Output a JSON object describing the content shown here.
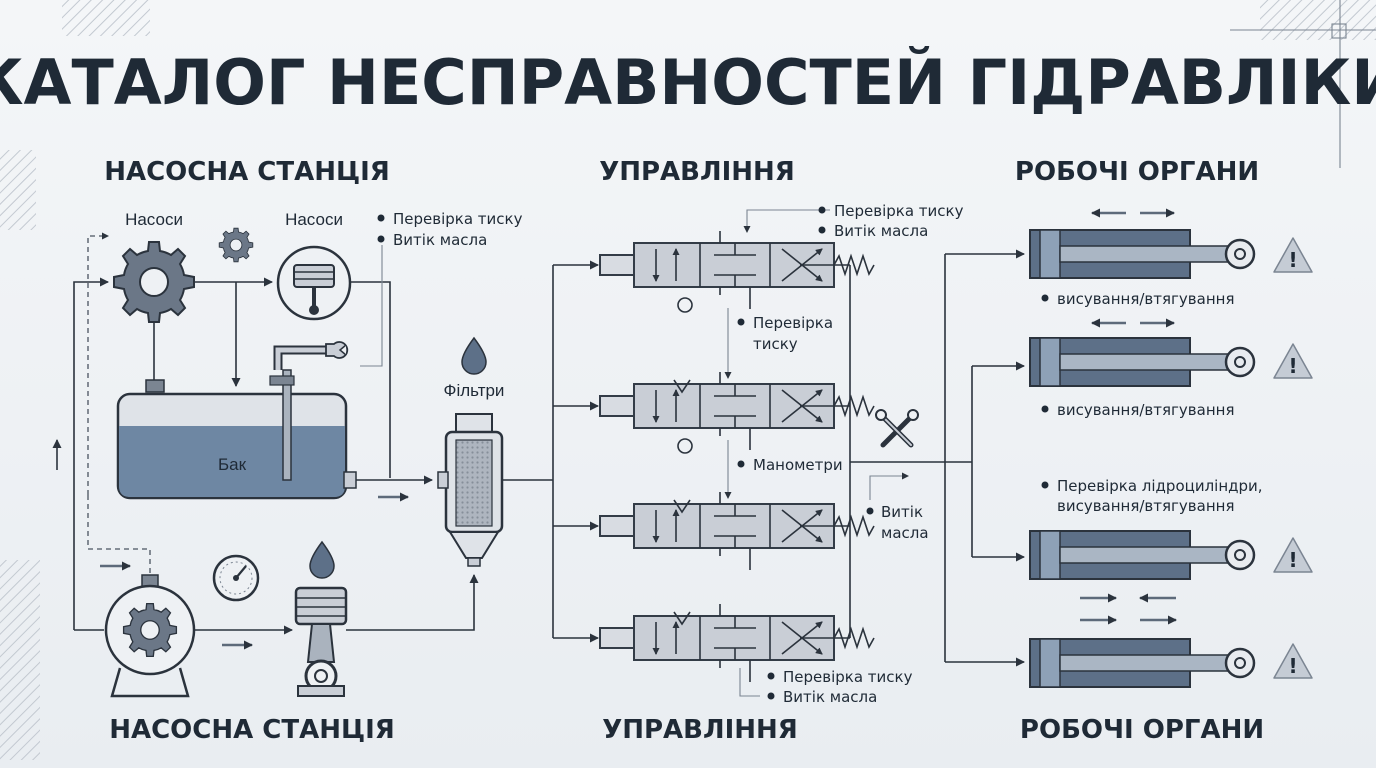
{
  "title": "КАТАЛОГ НЕСПРАВНОСТЕЙ ГІДРАВЛІКИ",
  "sections": {
    "pump_top": "НАСОСНА СТАНЦІЯ",
    "control_top": "УПРАВЛІННЯ",
    "actuators_top": "РОБОЧІ ОРГАНИ",
    "pump_bottom": "НАСОСНА СТАНЦІЯ",
    "control_bottom": "УПРАВЛІННЯ",
    "actuators_bottom": "РОБОЧІ ОРГАНИ"
  },
  "labels": {
    "pumps_1": "Насоси",
    "pumps_2": "Насоси",
    "tank": "Бак",
    "filters": "Фільтри"
  },
  "notes": {
    "pump_check": "Перевірка тиску",
    "pump_leak": "Витік масла",
    "ctrl_check": "Перевірка тиску",
    "ctrl_leak": "Витік масла",
    "ctrl_check2_a": "Перевірка",
    "ctrl_check2_b": "тиску",
    "gauges": "Манометри",
    "ctrl_check3": "Перевірка тиску",
    "ctrl_leak3": "Витік масла",
    "mid_leak_a": "Витік",
    "mid_leak_b": "масла",
    "cyl1": "висування/втягування",
    "cyl2": "висування/втягування",
    "cyl3_a": "Перевірка лідроциліндри,",
    "cyl3_b": "висування/втягування"
  },
  "icons": [
    "gear-icon",
    "piston-icon",
    "wrench-icon",
    "droplet-icon",
    "pressure-gauge-icon",
    "tools-icon",
    "warning-icon",
    "arrow-icon"
  ],
  "colors": {
    "ink": "#1f2a36",
    "steel": "#5d7088",
    "oil": "#6e87a3",
    "warning": "#c5ccd5"
  }
}
